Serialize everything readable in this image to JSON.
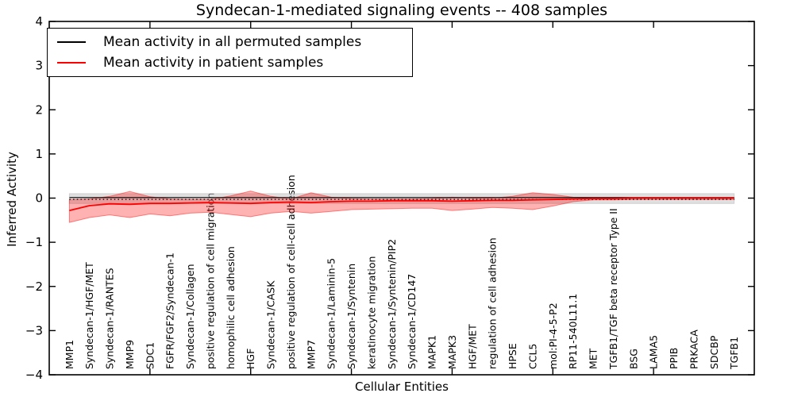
{
  "window": {
    "title": "Syndecan-1-mediated signaling events -- 408 samples"
  },
  "chart_data": {
    "type": "line",
    "title": "Syndecan-1-mediated signaling events -- 408 samples",
    "xlabel": "Cellular Entities",
    "ylabel": "Inferred Activity",
    "ylim": [
      -4,
      4
    ],
    "xlim": [
      0,
      35
    ],
    "grid": false,
    "y_ticks": [
      4,
      3,
      2,
      1,
      0,
      -1,
      -2,
      -3,
      -4
    ],
    "y_tick_labels": [
      "4",
      "3",
      "2",
      "1",
      "0",
      "−1",
      "−2",
      "−3",
      "−4"
    ],
    "x_major_ticks": [
      5,
      10,
      15,
      20,
      25,
      30
    ],
    "categories": [
      "MMP1",
      "Syndecan-1/HGF/MET",
      "Syndecan-1/RANTES",
      "MMP9",
      "SDC1",
      "FGFR/FGF2/Syndecan-1",
      "Syndecan-1/Collagen",
      "positive regulation of cell migration",
      "homophilic cell adhesion",
      "HGF",
      "Syndecan-1/CASK",
      "positive regulation of cell-cell adhesion",
      "MMP7",
      "Syndecan-1/Laminin-5",
      "Syndecan-1/Syntenin",
      "keratinocyte migration",
      "Syndecan-1/Syntenin/PIP2",
      "Syndecan-1/CD147",
      "MAPK1",
      "MAPK3",
      "HGF/MET",
      "regulation of cell adhesion",
      "HPSE",
      "CCL5",
      "mol:PI-4-5-P2",
      "RP11-540L11.1",
      "MET",
      "TGFB1/TGF beta receptor Type II",
      "BSG",
      "LAMA5",
      "PPIB",
      "PRKACA",
      "SDCBP",
      "TGFB1"
    ],
    "legend": {
      "position": "upper left",
      "entries": [
        {
          "label": "Mean activity in all permuted samples",
          "color": "#000000"
        },
        {
          "label": "Mean activity in patient samples",
          "color": "#ff0000"
        }
      ]
    },
    "zero_line": {
      "value": 0,
      "style": "dotted",
      "color": "#000000"
    },
    "series": [
      {
        "name": "Mean activity in all permuted samples",
        "color": "#000000",
        "line_width": 1.2,
        "mean": 0.012,
        "band_upper": 0.1,
        "band_lower": -0.12,
        "band_color": "#bbbbbb",
        "band_opacity": 0.45
      },
      {
        "name": "Mean activity in patient samples",
        "color": "#ff0000",
        "line_width": 1.8,
        "mean": [
          -0.28,
          -0.17,
          -0.13,
          -0.14,
          -0.12,
          -0.12,
          -0.11,
          -0.1,
          -0.11,
          -0.12,
          -0.1,
          -0.09,
          -0.1,
          -0.08,
          -0.07,
          -0.07,
          -0.06,
          -0.06,
          -0.06,
          -0.07,
          -0.06,
          -0.05,
          -0.05,
          -0.04,
          -0.03,
          -0.02,
          -0.01,
          -0.01,
          0.0,
          0.0,
          0.0,
          0.0,
          0.0,
          0.0
        ],
        "band_upper": [
          -0.04,
          -0.02,
          0.04,
          0.15,
          0.03,
          -0.02,
          -0.03,
          -0.03,
          0.05,
          0.16,
          0.04,
          -0.02,
          0.12,
          0.02,
          -0.01,
          -0.02,
          -0.02,
          -0.02,
          -0.01,
          0.02,
          0.0,
          0.0,
          0.04,
          0.12,
          0.08,
          0.02,
          0.01,
          0.01,
          0.01,
          0.01,
          0.01,
          0.01,
          0.01,
          0.01
        ],
        "band_lower": [
          -0.55,
          -0.44,
          -0.38,
          -0.44,
          -0.36,
          -0.4,
          -0.34,
          -0.32,
          -0.37,
          -0.42,
          -0.34,
          -0.3,
          -0.34,
          -0.3,
          -0.26,
          -0.25,
          -0.24,
          -0.23,
          -0.23,
          -0.28,
          -0.25,
          -0.21,
          -0.23,
          -0.26,
          -0.18,
          -0.08,
          -0.04,
          -0.04,
          -0.03,
          -0.03,
          -0.03,
          -0.03,
          -0.03,
          -0.03
        ],
        "band_color": "#ff0000",
        "band_opacity": 0.3
      }
    ]
  }
}
